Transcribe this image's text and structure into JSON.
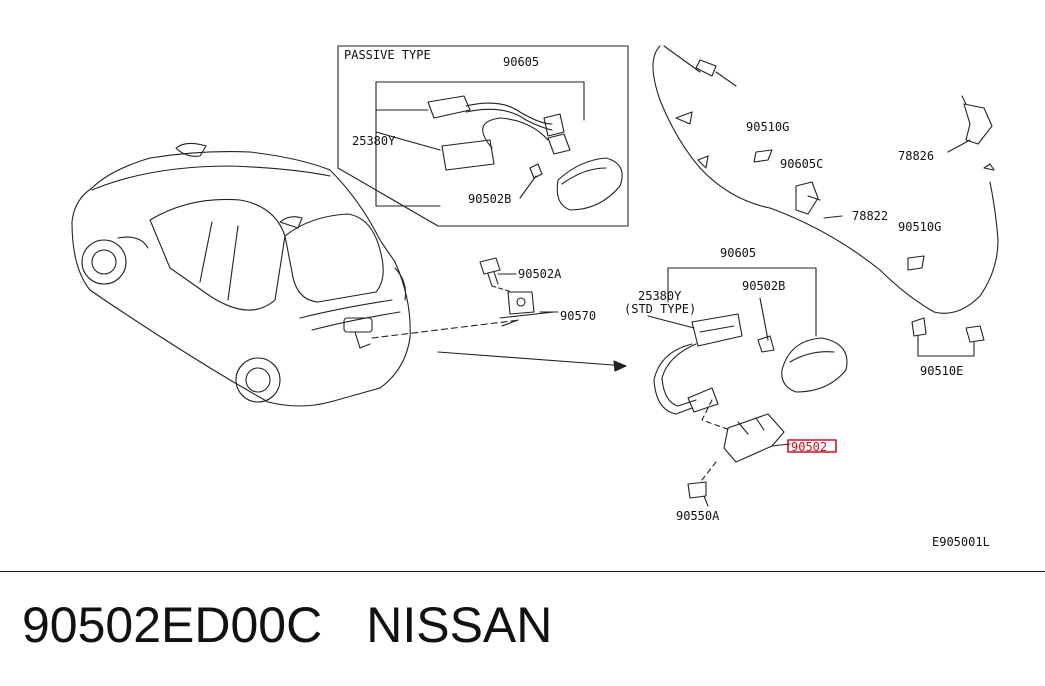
{
  "diagram": {
    "passive_title": "PASSIVE TYPE",
    "std_type": "(STD TYPE)",
    "ref_code": "E905001L",
    "labels": {
      "p_90605": "90605",
      "p_25380y": "25380Y",
      "p_90502b": "90502B",
      "l_90502a": "90502A",
      "l_90570": "90570",
      "m_90605": "90605",
      "m_25380y": "25380Y",
      "m_90502b": "90502B",
      "m_90502_highlight": "90502",
      "m_90550a": "90550A",
      "r_90510g_top": "90510G",
      "r_90605c": "90605C",
      "r_78826": "78826",
      "r_78822": "78822",
      "r_90510g_mid": "90510G",
      "r_90510e": "90510E"
    },
    "highlight_color": "#d01020"
  },
  "footer": {
    "part_number": "90502ED00C",
    "brand": "NISSAN"
  }
}
